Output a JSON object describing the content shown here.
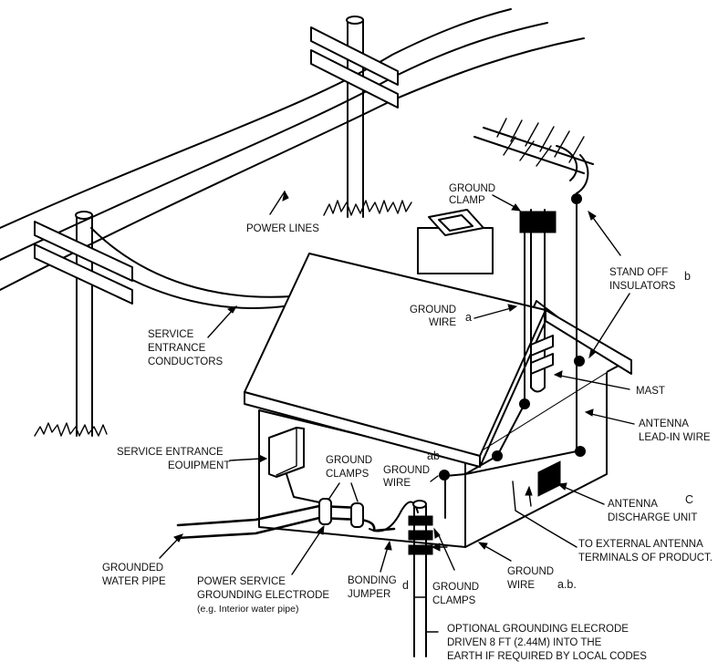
{
  "labels": {
    "power_lines": "POWER LINES",
    "ground_clamp_top_1": "GROUND",
    "ground_clamp_top_2": "CLAMP",
    "stand_off_1": "STAND OFF",
    "stand_off_2": "INSULATORS",
    "key_b": "b",
    "ground_wire_mid_1": "GROUND",
    "ground_wire_mid_2": "WIRE",
    "key_a": "a",
    "service_entrance_1": "SERVICE",
    "service_entrance_2": "ENTRANCE",
    "service_entrance_3": "CONDUCTORS",
    "mast": "MAST",
    "antenna_lead_1": "ANTENNA",
    "antenna_lead_2": "LEAD-IN WIRE",
    "service_equipment_1": "SERVICE ENTRANCE",
    "service_equipment_2": "EOUIPMENT",
    "ground_clamps_top_1": "GROUND",
    "ground_clamps_top_2": "CLAMPS",
    "key_ab": "ab",
    "ground_wire_left_1": "GROUND",
    "ground_wire_left_2": "WIRE",
    "discharge_1": "ANTENNA",
    "discharge_2": "DISCHARGE UNIT",
    "key_c": "C",
    "external_1": "TO EXTERNAL ANTENNA",
    "external_2": "TERMINALS OF PRODUCT.",
    "water_pipe_1": "GROUNDED",
    "water_pipe_2": "WATER PIPE",
    "electrode_1": "POWER SERVICE",
    "electrode_2": "GROUNDING ELECTRODE",
    "electrode_3": "(e.g. Interior water pipe)",
    "bonding_1": "BONDING",
    "bonding_2": "JUMPER",
    "key_d": "d",
    "ground_clamps_bottom_1": "GROUND",
    "ground_clamps_bottom_2": "CLAMPS",
    "ground_wire_bottom_1": "GROUND",
    "ground_wire_bottom_2": "WIRE",
    "key_ab_dot": "a.b.",
    "optional_1": "OPTIONAL GROUNDING ELECRODE",
    "optional_2": "DRIVEN 8 FT (2.44M) INTO THE",
    "optional_3": "EARTH IF REQUIRED BY LOCAL CODES"
  }
}
